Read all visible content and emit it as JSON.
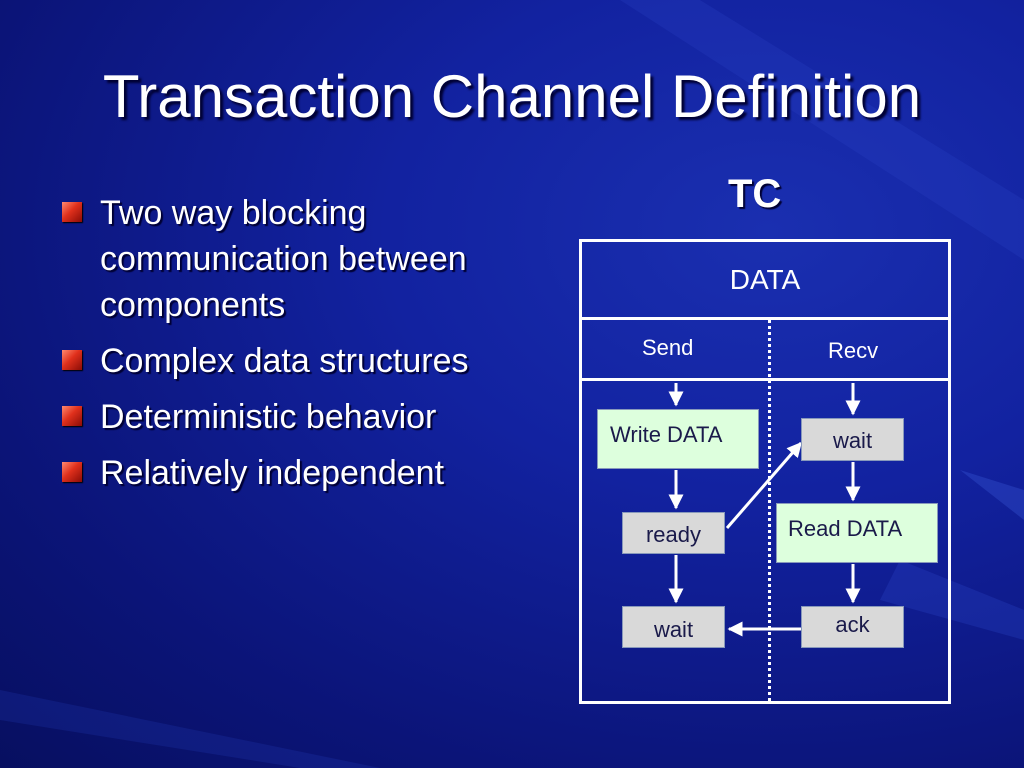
{
  "slide": {
    "title": "Transaction Channel Definition",
    "bullets": [
      "Two way blocking communication between components",
      "Complex data structures",
      "Deterministic behavior",
      "Relatively independent"
    ]
  },
  "diagram": {
    "label": "TC",
    "header": "DATA",
    "columns": {
      "send": "Send",
      "recv": "Recv"
    },
    "send_nodes": {
      "write": "Write DATA",
      "ready": "ready",
      "wait": "wait"
    },
    "recv_nodes": {
      "wait": "wait",
      "read": "Read DATA",
      "ack": "ack"
    }
  },
  "colors": {
    "background": "#1222a0",
    "bullet": "#e0301c",
    "process_box": "#ddffdd",
    "state_box": "#d9d9d9",
    "text": "#ffffff"
  }
}
